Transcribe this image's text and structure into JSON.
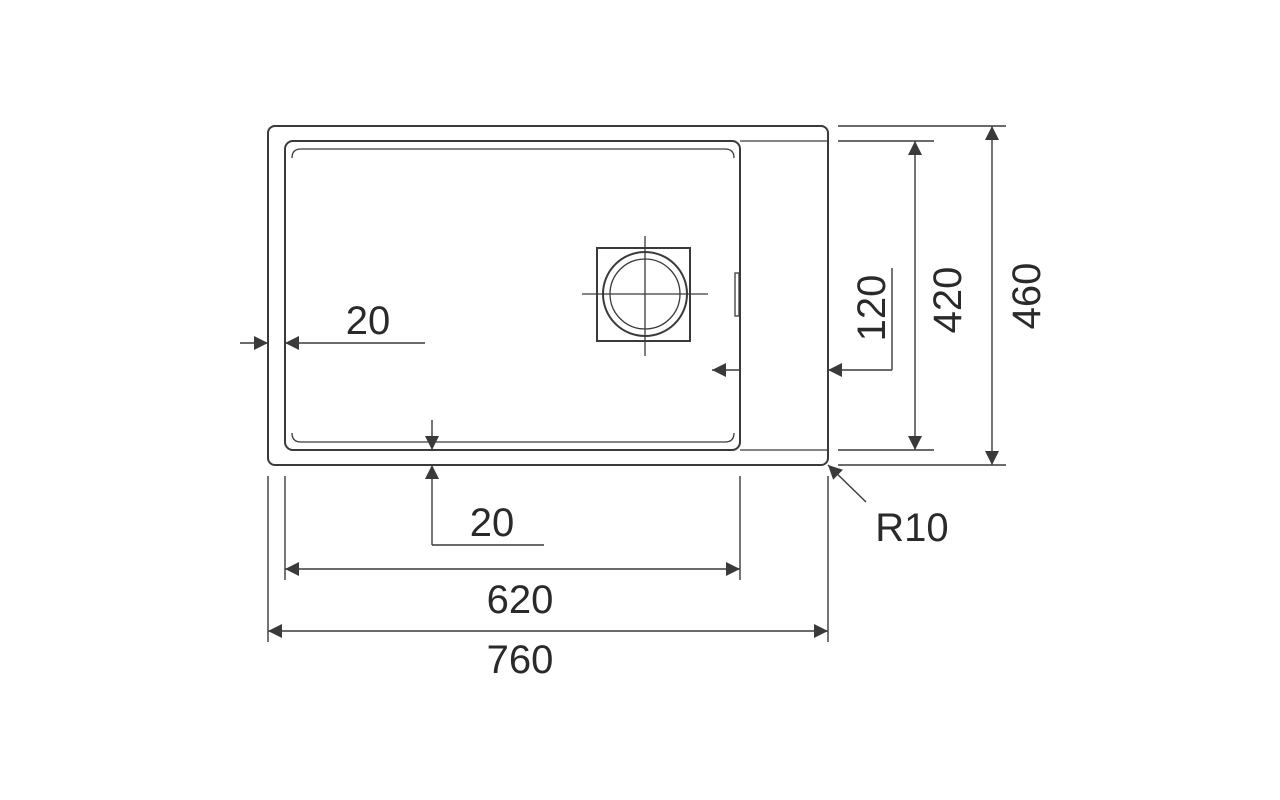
{
  "drawing": {
    "dimensions": {
      "overall_width": "760",
      "bowl_width": "620",
      "overall_depth": "460",
      "bowl_depth": "420",
      "drain_offset": "120",
      "rim_left": "20",
      "rim_bottom": "20",
      "corner_radius": "R10"
    }
  }
}
